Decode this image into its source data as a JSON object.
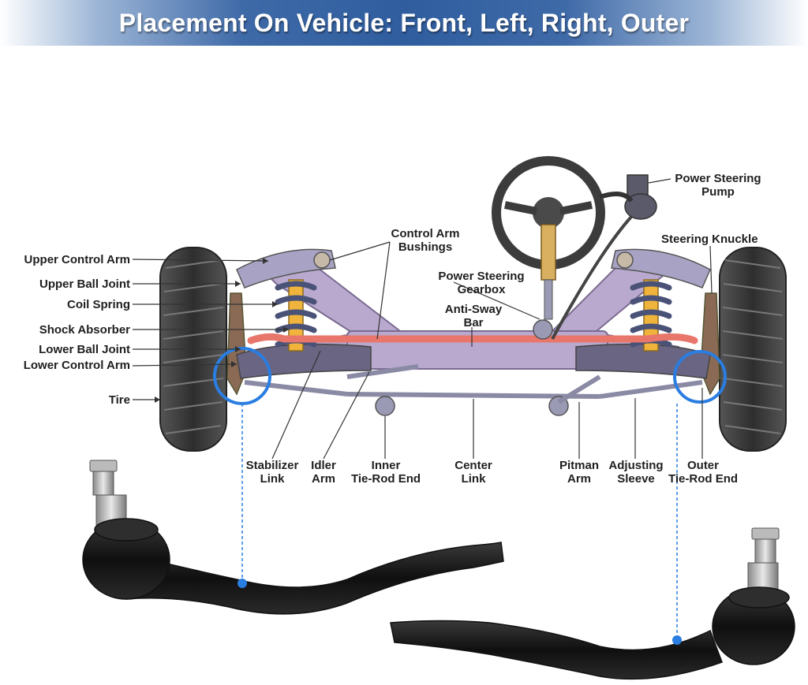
{
  "banner": {
    "title": "Placement On Vehicle: Front, Left, Right, Outer",
    "bg_color": "#2f5d9e"
  },
  "labels": {
    "upper_control_arm": "Upper Control Arm",
    "upper_ball_joint": "Upper Ball Joint",
    "coil_spring": "Coil Spring",
    "shock_absorber": "Shock Absorber",
    "lower_ball_joint": "Lower Ball Joint",
    "lower_control_arm": "Lower Control Arm",
    "tire": "Tire",
    "control_arm_bushings_1": "Control Arm",
    "control_arm_bushings_2": "Bushings",
    "power_steering_gearbox_1": "Power Steering",
    "power_steering_gearbox_2": "Gearbox",
    "anti_sway_bar_1": "Anti-Sway",
    "anti_sway_bar_2": "Bar",
    "power_steering_pump_1": "Power Steering",
    "power_steering_pump_2": "Pump",
    "steering_knuckle": "Steering Knuckle",
    "stabilizer_link_1": "Stabilizer",
    "stabilizer_link_2": "Link",
    "idler_arm_1": "Idler",
    "idler_arm_2": "Arm",
    "inner_tie_rod_end_1": "Inner",
    "inner_tie_rod_end_2": "Tie-Rod End",
    "center_link_1": "Center",
    "center_link_2": "Link",
    "pitman_arm_1": "Pitman",
    "pitman_arm_2": "Arm",
    "adjusting_sleeve_1": "Adjusting",
    "adjusting_sleeve_2": "Sleeve",
    "outer_tie_rod_end_1": "Outer",
    "outer_tie_rod_end_2": "Tie-Rod End"
  },
  "colors": {
    "highlight_circle": "#2a7de1",
    "frame": "#b9a9cf",
    "anti_sway_bar": "#e8766a",
    "spring": "#4a5277",
    "shock": "#f0b43c",
    "tire": "#3c3c3c",
    "part_black": "#1b1b1b"
  }
}
